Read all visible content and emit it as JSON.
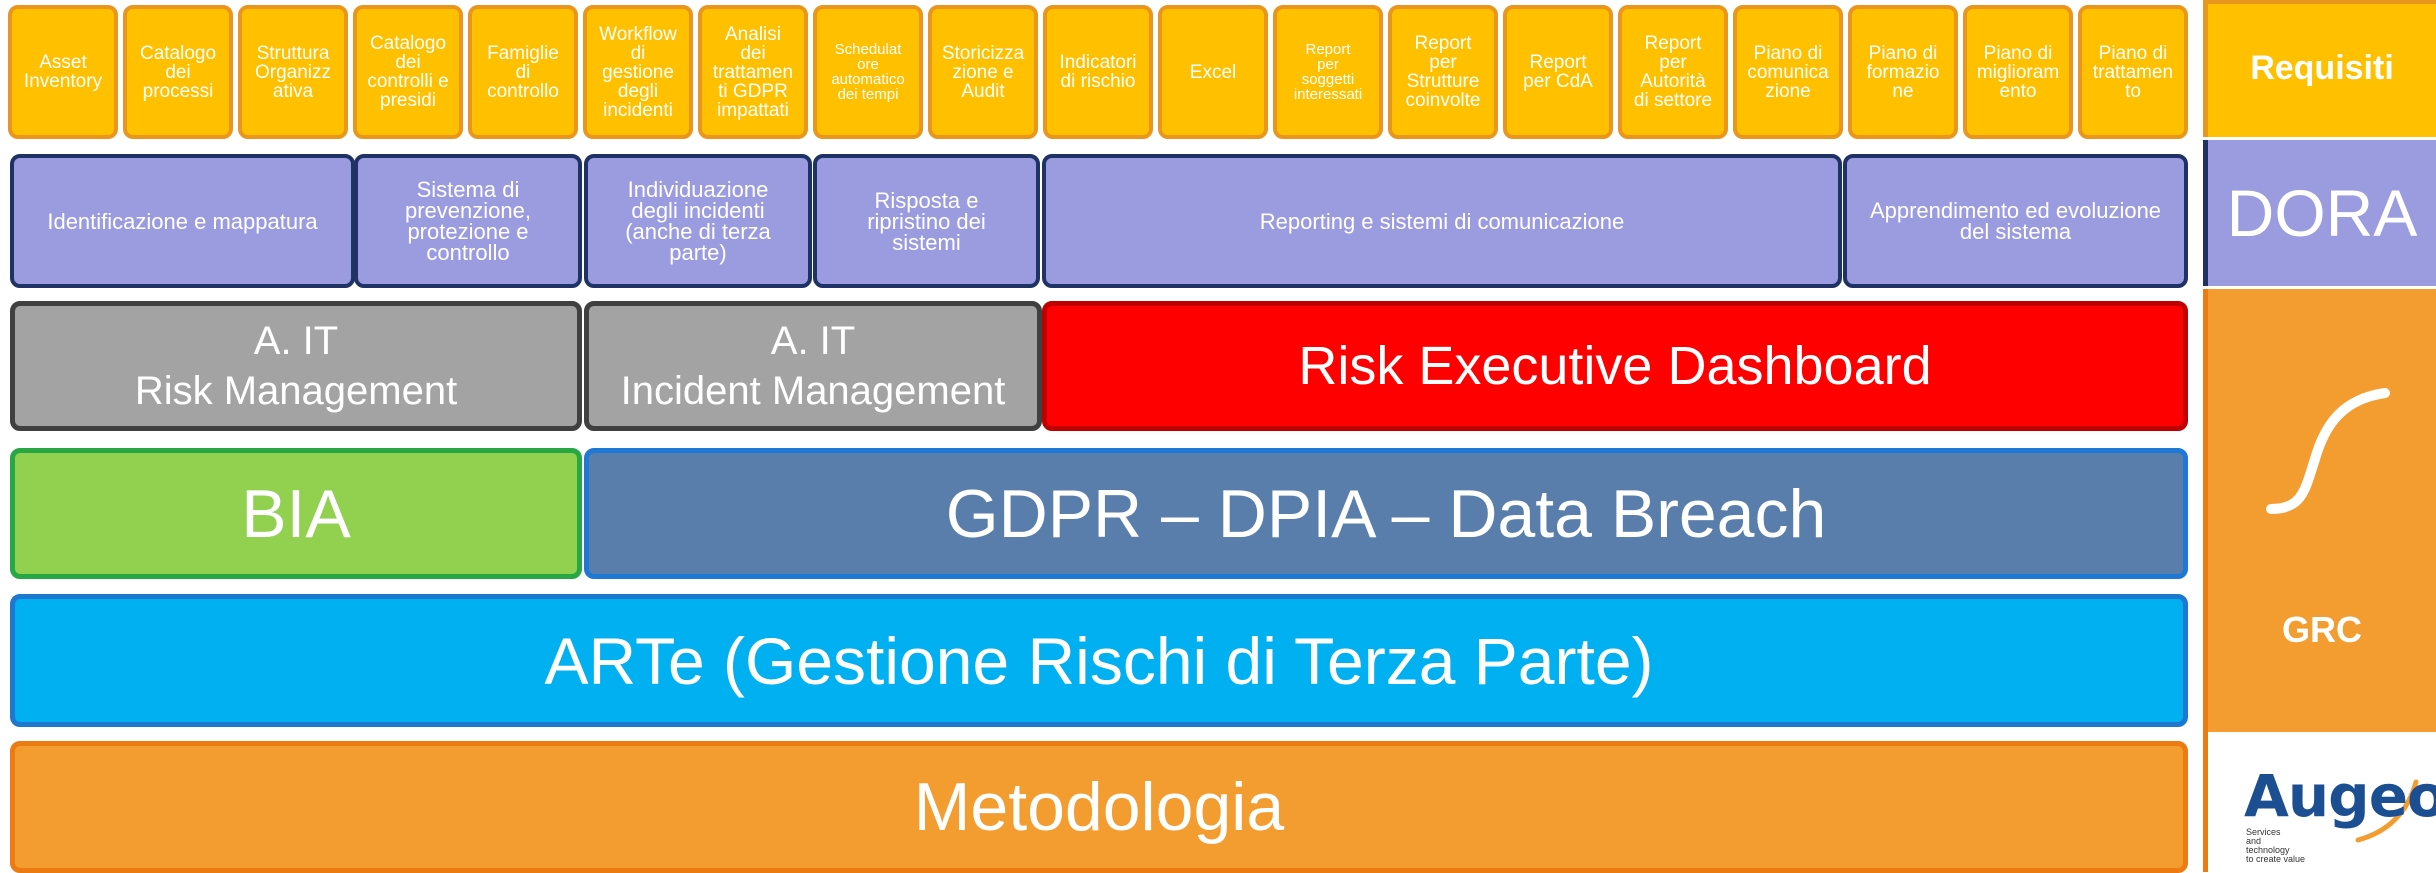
{
  "requirements": [
    {
      "label": "Asset\nInventory",
      "small": false
    },
    {
      "label": "Catalogo\ndei\nprocessi",
      "small": false
    },
    {
      "label": "Struttura\nOrganizz\nativa",
      "small": false
    },
    {
      "label": "Catalogo\ndei\ncontrolli e\npresidi",
      "small": false
    },
    {
      "label": "Famiglie\ndi\ncontrollo",
      "small": false
    },
    {
      "label": "Workflow\ndi\ngestione\ndegli\nincidenti",
      "small": false
    },
    {
      "label": "Analisi\ndei\ntrattamen\nti GDPR\nimpattati",
      "small": false
    },
    {
      "label": "Schedulat\nore\nautomatico\ndei tempi",
      "small": true
    },
    {
      "label": "Storicizza\nzione e\nAudit",
      "small": false
    },
    {
      "label": "Indicatori\ndi rischio",
      "small": false
    },
    {
      "label": "Excel",
      "small": false
    },
    {
      "label": "Report\nper\nsoggetti\ninteressati",
      "small": true
    },
    {
      "label": "Report\nper\nStrutture\ncoinvolte",
      "small": false
    },
    {
      "label": "Report\nper CdA",
      "small": false
    },
    {
      "label": "Report\nper\nAutorità\ndi settore",
      "small": false
    },
    {
      "label": "Piano di\ncomunica\nzione",
      "small": false
    },
    {
      "label": "Piano di\nformazio\nne",
      "small": false
    },
    {
      "label": "Piano di\nmiglioram\nento",
      "small": false
    },
    {
      "label": "Piano di\ntrattamen\nto",
      "small": false
    }
  ],
  "dora_boxes": [
    "Identificazione e mappatura",
    "Sistema di\nprevenzione,\nprotezione e\ncontrollo",
    "Individuazione\ndegli incidenti\n(anche di terza\nparte)",
    "Risposta e\nripristino dei\nsistemi",
    "Reporting e sistemi di comunicazione",
    "Apprendimento ed evoluzione\ndel sistema"
  ],
  "it_risk": "A. IT\nRisk Management",
  "it_incident": "A. IT\nIncident Management",
  "dashboard": "Risk Executive Dashboard",
  "bia": "BIA",
  "gdpr": "GDPR – DPIA – Data Breach",
  "arte": "ARTe (Gestione Rischi di Terza Parte)",
  "metodologia": "Metodologia",
  "side": {
    "requisiti": "Requisiti",
    "dora": "DORA",
    "grc": "GRC",
    "brand": "Augeos",
    "brand_tagline": "Services\nand technology\nto create value"
  },
  "colors": {
    "requirement": "#ffc000",
    "dora": "#9b9be0",
    "grey": "#a3a3a3",
    "dashboard": "#ff0000",
    "bia": "#92d050",
    "gdpr": "#5a7eac",
    "arte": "#00b0f0",
    "metodologia": "#f39c2f",
    "brand": "#1b4f92"
  }
}
